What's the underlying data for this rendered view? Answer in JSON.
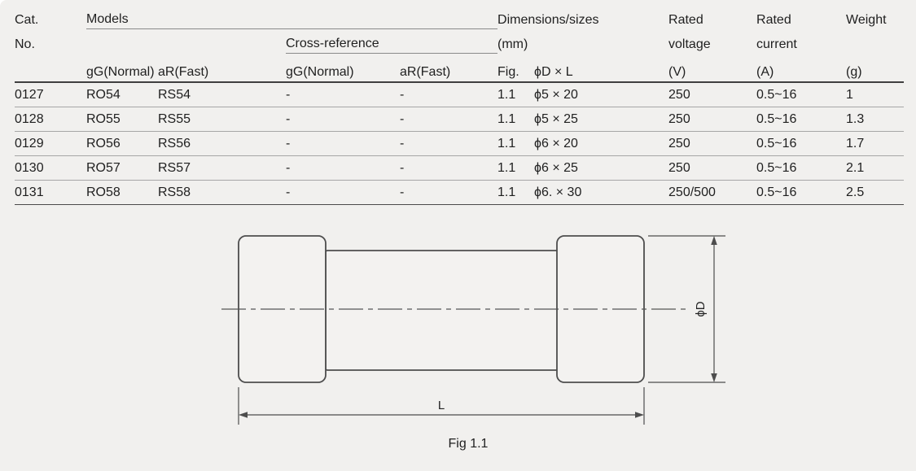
{
  "table": {
    "header": {
      "cat": {
        "line1": "Cat.",
        "line2": "No."
      },
      "models": "Models",
      "cross_reference": "Cross-reference",
      "dimensions": {
        "line1": "Dimensions/sizes",
        "line2": "(mm)"
      },
      "rated_voltage": {
        "line1": "Rated",
        "line2": "voltage",
        "unit": "(V)"
      },
      "rated_current": {
        "line1": "Rated",
        "line2": "current",
        "unit": "(A)"
      },
      "weight": {
        "line1": "Weight",
        "unit": "(g)"
      },
      "sub": {
        "models_gg": "gG(Normal)",
        "models_ar": "aR(Fast)",
        "cross_gg": "gG(Normal)",
        "cross_ar": "aR(Fast)",
        "fig": "Fig.",
        "d_x_l": "ϕD × L"
      }
    },
    "rows": [
      {
        "cat_no": "0127",
        "model_gg": "RO54",
        "model_ar": "RS54",
        "cross_gg": "-",
        "cross_ar": "-",
        "fig": "1.1",
        "d_x_l": "ϕ5 × 20",
        "rated_voltage": "250",
        "rated_current": "0.5~16",
        "weight": "1"
      },
      {
        "cat_no": "0128",
        "model_gg": "RO55",
        "model_ar": "RS55",
        "cross_gg": "-",
        "cross_ar": "-",
        "fig": "1.1",
        "d_x_l": "ϕ5 × 25",
        "rated_voltage": "250",
        "rated_current": "0.5~16",
        "weight": "1.3"
      },
      {
        "cat_no": "0129",
        "model_gg": "RO56",
        "model_ar": "RS56",
        "cross_gg": "-",
        "cross_ar": "-",
        "fig": "1.1",
        "d_x_l": "ϕ6 × 20",
        "rated_voltage": "250",
        "rated_current": "0.5~16",
        "weight": "1.7"
      },
      {
        "cat_no": "0130",
        "model_gg": "RO57",
        "model_ar": "RS57",
        "cross_gg": "-",
        "cross_ar": "-",
        "fig": "1.1",
        "d_x_l": "ϕ6 × 25",
        "rated_voltage": "250",
        "rated_current": "0.5~16",
        "weight": "2.1"
      },
      {
        "cat_no": "0131",
        "model_gg": "RO58",
        "model_ar": "RS58",
        "cross_gg": "-",
        "cross_ar": "-",
        "fig": "1.1",
        "d_x_l": "ϕ6. × 30",
        "rated_voltage": "250/500",
        "rated_current": "0.5~16",
        "weight": "2.5"
      }
    ]
  },
  "figure": {
    "caption": "Fig 1.1",
    "labels": {
      "length": "L",
      "diameter": "ϕD"
    }
  }
}
